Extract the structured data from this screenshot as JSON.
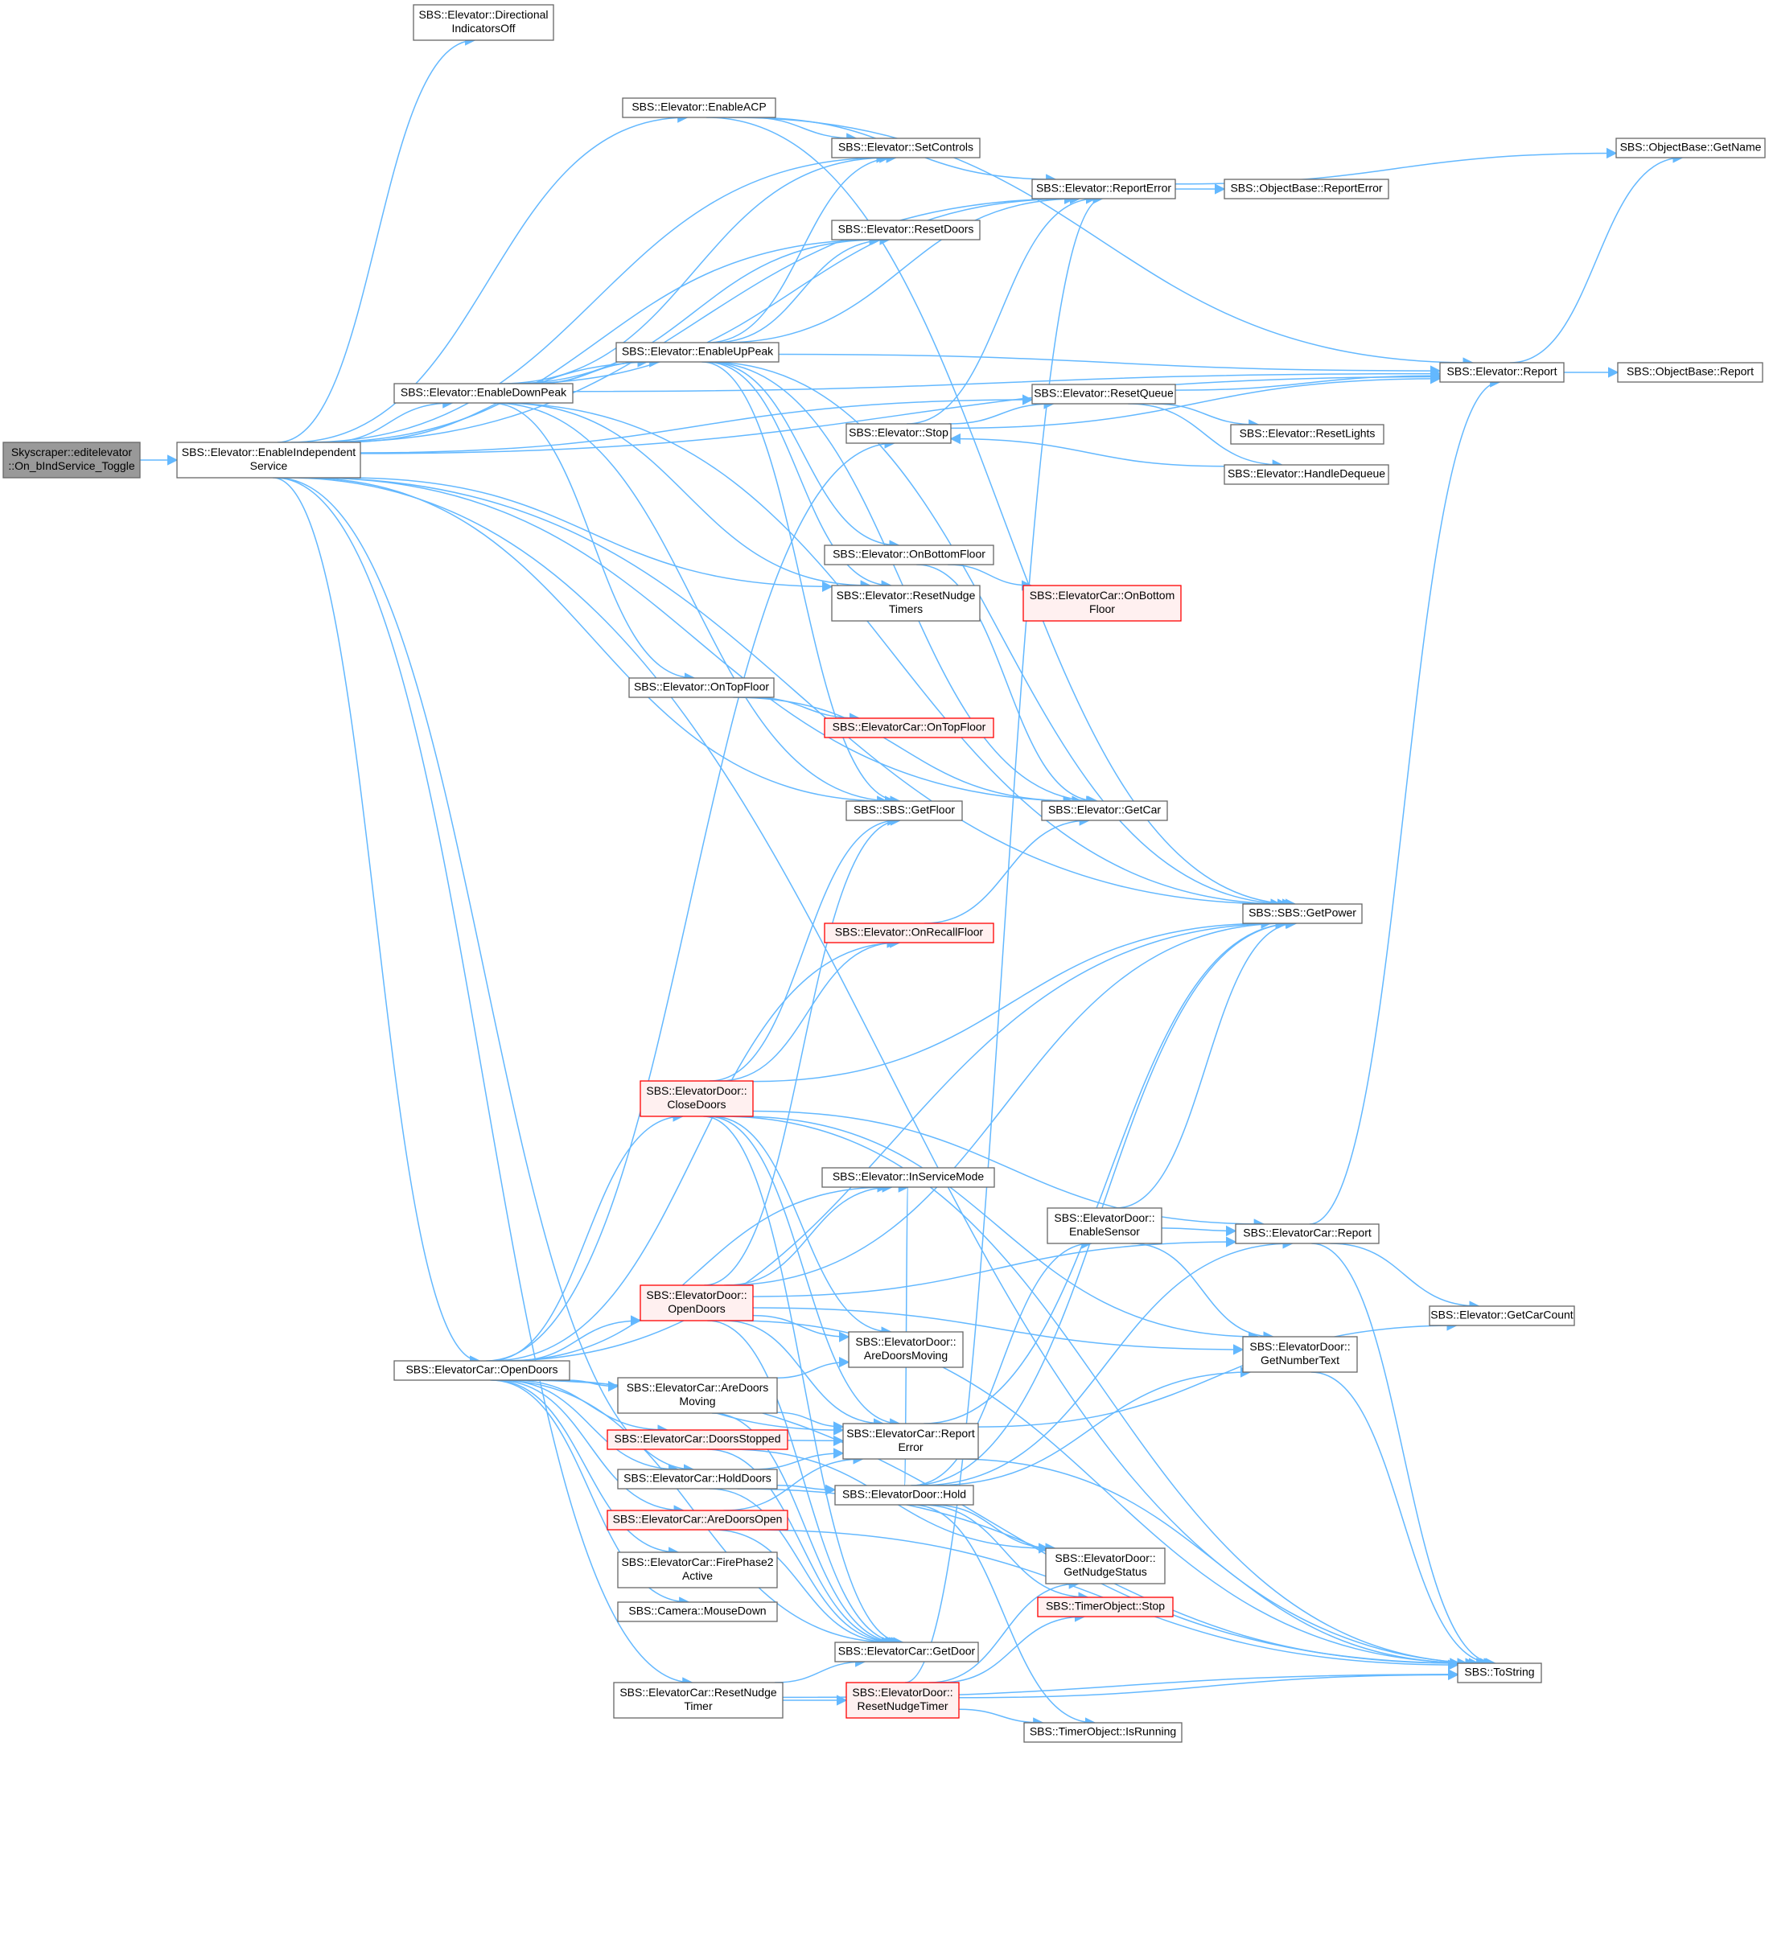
{
  "colors": {
    "edge": "#63b8ff",
    "node_fill": "#ffffff",
    "node_border": "#666666",
    "root_fill": "#999999",
    "root_border": "#666666",
    "incomplete_fill": "#fff0f0",
    "incomplete_border": "#ff0000"
  },
  "nodes": [
    {
      "id": "root",
      "lines": [
        "Skyscraper::editelevator",
        "::On_bIndService_Toggle"
      ],
      "style": "root"
    },
    {
      "id": "enableIS",
      "lines": [
        "SBS::Elevator::EnableIndependent",
        "Service"
      ],
      "style": "normal"
    },
    {
      "id": "dirInd",
      "lines": [
        "SBS::Elevator::Directional",
        "IndicatorsOff"
      ],
      "style": "normal"
    },
    {
      "id": "enableACP",
      "lines": [
        "SBS::Elevator::EnableACP"
      ],
      "style": "normal"
    },
    {
      "id": "setControls",
      "lines": [
        "SBS::Elevator::SetControls"
      ],
      "style": "normal"
    },
    {
      "id": "elevReportError",
      "lines": [
        "SBS::Elevator::ReportError"
      ],
      "style": "normal"
    },
    {
      "id": "objReportError",
      "lines": [
        "SBS::ObjectBase::ReportError"
      ],
      "style": "normal"
    },
    {
      "id": "objGetName",
      "lines": [
        "SBS::ObjectBase::GetName"
      ],
      "style": "normal"
    },
    {
      "id": "resetDoors",
      "lines": [
        "SBS::Elevator::ResetDoors"
      ],
      "style": "normal"
    },
    {
      "id": "enableUpPeak",
      "lines": [
        "SBS::Elevator::EnableUpPeak"
      ],
      "style": "normal"
    },
    {
      "id": "enableDownPeak",
      "lines": [
        "SBS::Elevator::EnableDownPeak"
      ],
      "style": "normal"
    },
    {
      "id": "elevReport",
      "lines": [
        "SBS::Elevator::Report"
      ],
      "style": "normal"
    },
    {
      "id": "objReport",
      "lines": [
        "SBS::ObjectBase::Report"
      ],
      "style": "normal"
    },
    {
      "id": "resetQueue",
      "lines": [
        "SBS::Elevator::ResetQueue"
      ],
      "style": "normal"
    },
    {
      "id": "elevStop",
      "lines": [
        "SBS::Elevator::Stop"
      ],
      "style": "normal"
    },
    {
      "id": "resetLights",
      "lines": [
        "SBS::Elevator::ResetLights"
      ],
      "style": "normal"
    },
    {
      "id": "handleDequeue",
      "lines": [
        "SBS::Elevator::HandleDequeue"
      ],
      "style": "normal"
    },
    {
      "id": "onBottomFloor",
      "lines": [
        "SBS::Elevator::OnBottomFloor"
      ],
      "style": "normal"
    },
    {
      "id": "carOnBottomFloor",
      "lines": [
        "SBS::ElevatorCar::OnBottom",
        "Floor"
      ],
      "style": "incomplete"
    },
    {
      "id": "resetNudgeTimers",
      "lines": [
        "SBS::Elevator::ResetNudge",
        "Timers"
      ],
      "style": "normal"
    },
    {
      "id": "onTopFloor",
      "lines": [
        "SBS::Elevator::OnTopFloor"
      ],
      "style": "normal"
    },
    {
      "id": "carOnTopFloor",
      "lines": [
        "SBS::ElevatorCar::OnTopFloor"
      ],
      "style": "incomplete"
    },
    {
      "id": "getFloor",
      "lines": [
        "SBS::SBS::GetFloor"
      ],
      "style": "normal"
    },
    {
      "id": "getCar",
      "lines": [
        "SBS::Elevator::GetCar"
      ],
      "style": "normal"
    },
    {
      "id": "getPower",
      "lines": [
        "SBS::SBS::GetPower"
      ],
      "style": "normal"
    },
    {
      "id": "onRecallFloor",
      "lines": [
        "SBS::Elevator::OnRecallFloor"
      ],
      "style": "incomplete"
    },
    {
      "id": "doorCloseDoors",
      "lines": [
        "SBS::ElevatorDoor::",
        "CloseDoors"
      ],
      "style": "incomplete"
    },
    {
      "id": "inServiceMode",
      "lines": [
        "SBS::Elevator::InServiceMode"
      ],
      "style": "normal"
    },
    {
      "id": "enableSensor",
      "lines": [
        "SBS::ElevatorDoor::",
        "EnableSensor"
      ],
      "style": "normal"
    },
    {
      "id": "carReport",
      "lines": [
        "SBS::ElevatorCar::Report"
      ],
      "style": "normal"
    },
    {
      "id": "getCarCount",
      "lines": [
        "SBS::Elevator::GetCarCount"
      ],
      "style": "normal"
    },
    {
      "id": "doorOpenDoors",
      "lines": [
        "SBS::ElevatorDoor::",
        "OpenDoors"
      ],
      "style": "incomplete"
    },
    {
      "id": "doorAreDoorsMoving",
      "lines": [
        "SBS::ElevatorDoor::",
        "AreDoorsMoving"
      ],
      "style": "normal"
    },
    {
      "id": "getNumberText",
      "lines": [
        "SBS::ElevatorDoor::",
        "GetNumberText"
      ],
      "style": "normal"
    },
    {
      "id": "carOpenDoors",
      "lines": [
        "SBS::ElevatorCar::OpenDoors"
      ],
      "style": "normal"
    },
    {
      "id": "carAreDoorsMoving",
      "lines": [
        "SBS::ElevatorCar::AreDoors",
        "Moving"
      ],
      "style": "normal"
    },
    {
      "id": "carReportError",
      "lines": [
        "SBS::ElevatorCar::Report",
        "Error"
      ],
      "style": "normal"
    },
    {
      "id": "doorsStopped",
      "lines": [
        "SBS::ElevatorCar::DoorsStopped"
      ],
      "style": "incomplete"
    },
    {
      "id": "holdDoors",
      "lines": [
        "SBS::ElevatorCar::HoldDoors"
      ],
      "style": "normal"
    },
    {
      "id": "doorHold",
      "lines": [
        "SBS::ElevatorDoor::Hold"
      ],
      "style": "normal"
    },
    {
      "id": "areDoorsOpen",
      "lines": [
        "SBS::ElevatorCar::AreDoorsOpen"
      ],
      "style": "incomplete"
    },
    {
      "id": "getNudgeStatus",
      "lines": [
        "SBS::ElevatorDoor::",
        "GetNudgeStatus"
      ],
      "style": "normal"
    },
    {
      "id": "firePhase2",
      "lines": [
        "SBS::ElevatorCar::FirePhase2",
        "Active"
      ],
      "style": "normal"
    },
    {
      "id": "timerStop",
      "lines": [
        "SBS::TimerObject::Stop"
      ],
      "style": "incomplete"
    },
    {
      "id": "mouseDown",
      "lines": [
        "SBS::Camera::MouseDown"
      ],
      "style": "normal"
    },
    {
      "id": "getDoor",
      "lines": [
        "SBS::ElevatorCar::GetDoor"
      ],
      "style": "normal"
    },
    {
      "id": "toString",
      "lines": [
        "SBS::ToString"
      ],
      "style": "normal"
    },
    {
      "id": "carResetNudge",
      "lines": [
        "SBS::ElevatorCar::ResetNudge",
        "Timer"
      ],
      "style": "normal"
    },
    {
      "id": "doorResetNudge",
      "lines": [
        "SBS::ElevatorDoor::",
        "ResetNudgeTimer"
      ],
      "style": "incomplete"
    },
    {
      "id": "isRunning",
      "lines": [
        "SBS::TimerObject::IsRunning"
      ],
      "style": "normal"
    }
  ],
  "edges": [
    [
      "root",
      "enableIS"
    ],
    [
      "enableIS",
      "dirInd"
    ],
    [
      "enableIS",
      "enableACP"
    ],
    [
      "enableIS",
      "setControls"
    ],
    [
      "enableIS",
      "resetDoors"
    ],
    [
      "enableIS",
      "enableUpPeak"
    ],
    [
      "enableIS",
      "enableDownPeak"
    ],
    [
      "enableIS",
      "resetQueue"
    ],
    [
      "enableIS",
      "resetNudgeTimers"
    ],
    [
      "enableIS",
      "elevReport"
    ],
    [
      "enableIS",
      "getFloor"
    ],
    [
      "enableIS",
      "getCar"
    ],
    [
      "enableIS",
      "getPower"
    ],
    [
      "enableIS",
      "carOpenDoors"
    ],
    [
      "enableIS",
      "holdDoors"
    ],
    [
      "enableIS",
      "carResetNudge"
    ],
    [
      "enableIS",
      "toString"
    ],
    [
      "enableIS",
      "elevReportError"
    ],
    [
      "enableACP",
      "setControls"
    ],
    [
      "enableACP",
      "elevReportError"
    ],
    [
      "enableACP",
      "elevReport"
    ],
    [
      "enableACP",
      "getPower"
    ],
    [
      "elevReportError",
      "objReportError"
    ],
    [
      "elevReportError",
      "objGetName"
    ],
    [
      "elevReport",
      "objGetName"
    ],
    [
      "elevReport",
      "objReport"
    ],
    [
      "enableUpPeak",
      "setControls"
    ],
    [
      "enableUpPeak",
      "resetDoors"
    ],
    [
      "enableUpPeak",
      "elevReportError"
    ],
    [
      "enableUpPeak",
      "elevReport"
    ],
    [
      "enableUpPeak",
      "enableDownPeak"
    ],
    [
      "enableUpPeak",
      "onBottomFloor"
    ],
    [
      "enableUpPeak",
      "resetNudgeTimers"
    ],
    [
      "enableUpPeak",
      "getFloor"
    ],
    [
      "enableUpPeak",
      "getPower"
    ],
    [
      "enableUpPeak",
      "getCar"
    ],
    [
      "enableDownPeak",
      "setControls"
    ],
    [
      "enableDownPeak",
      "resetDoors"
    ],
    [
      "enableDownPeak",
      "enableUpPeak"
    ],
    [
      "enableDownPeak",
      "elevReport"
    ],
    [
      "enableDownPeak",
      "onTopFloor"
    ],
    [
      "enableDownPeak",
      "resetNudgeTimers"
    ],
    [
      "enableDownPeak",
      "getFloor"
    ],
    [
      "enableDownPeak",
      "getPower"
    ],
    [
      "enableDownPeak",
      "elevReportError"
    ],
    [
      "resetQueue",
      "elevReport"
    ],
    [
      "resetQueue",
      "resetLights"
    ],
    [
      "resetQueue",
      "handleDequeue"
    ],
    [
      "handleDequeue",
      "elevStop"
    ],
    [
      "elevStop",
      "elevReportError"
    ],
    [
      "elevStop",
      "resetQueue"
    ],
    [
      "elevStop",
      "elevReport"
    ],
    [
      "onBottomFloor",
      "carOnBottomFloor"
    ],
    [
      "onBottomFloor",
      "getCar"
    ],
    [
      "onTopFloor",
      "carOnTopFloor"
    ],
    [
      "onTopFloor",
      "getCar"
    ],
    [
      "onRecallFloor",
      "getCar"
    ],
    [
      "carOpenDoors",
      "elevStop"
    ],
    [
      "carOpenDoors",
      "onRecallFloor"
    ],
    [
      "carOpenDoors",
      "getPower"
    ],
    [
      "carOpenDoors",
      "doorCloseDoors"
    ],
    [
      "carOpenDoors",
      "inServiceMode"
    ],
    [
      "carOpenDoors",
      "doorOpenDoors"
    ],
    [
      "carOpenDoors",
      "carAreDoorsMoving"
    ],
    [
      "carOpenDoors",
      "doorsStopped"
    ],
    [
      "carOpenDoors",
      "holdDoors"
    ],
    [
      "carOpenDoors",
      "areDoorsOpen"
    ],
    [
      "carOpenDoors",
      "firePhase2"
    ],
    [
      "carOpenDoors",
      "mouseDown"
    ],
    [
      "carOpenDoors",
      "getDoor"
    ],
    [
      "carOpenDoors",
      "carReportError"
    ],
    [
      "carOpenDoors",
      "toString"
    ],
    [
      "doorCloseDoors",
      "getFloor"
    ],
    [
      "doorCloseDoors",
      "onRecallFloor"
    ],
    [
      "doorCloseDoors",
      "getPower"
    ],
    [
      "doorCloseDoors",
      "toString"
    ],
    [
      "doorCloseDoors",
      "carReport"
    ],
    [
      "doorCloseDoors",
      "doorAreDoorsMoving"
    ],
    [
      "doorCloseDoors",
      "getNumberText"
    ],
    [
      "doorCloseDoors",
      "carReportError"
    ],
    [
      "doorCloseDoors",
      "getDoor"
    ],
    [
      "doorOpenDoors",
      "getFloor"
    ],
    [
      "doorOpenDoors",
      "inServiceMode"
    ],
    [
      "doorOpenDoors",
      "getPower"
    ],
    [
      "doorOpenDoors",
      "carReport"
    ],
    [
      "doorOpenDoors",
      "doorAreDoorsMoving"
    ],
    [
      "doorOpenDoors",
      "getNumberText"
    ],
    [
      "doorOpenDoors",
      "carReportError"
    ],
    [
      "doorOpenDoors",
      "getDoor"
    ],
    [
      "doorOpenDoors",
      "toString"
    ],
    [
      "enableSensor",
      "getPower"
    ],
    [
      "enableSensor",
      "carReport"
    ],
    [
      "enableSensor",
      "getNumberText"
    ],
    [
      "carReport",
      "elevReport"
    ],
    [
      "carReport",
      "getCarCount"
    ],
    [
      "carReport",
      "toString"
    ],
    [
      "getNumberText",
      "toString"
    ],
    [
      "carAreDoorsMoving",
      "doorAreDoorsMoving"
    ],
    [
      "carAreDoorsMoving",
      "carReportError"
    ],
    [
      "carAreDoorsMoving",
      "getDoor"
    ],
    [
      "carReportError",
      "getPower"
    ],
    [
      "carReportError",
      "getCarCount"
    ],
    [
      "carReportError",
      "toString"
    ],
    [
      "doorsStopped",
      "carReportError"
    ],
    [
      "doorsStopped",
      "getDoor"
    ],
    [
      "doorsStopped",
      "getNudgeStatus"
    ],
    [
      "holdDoors",
      "carReportError"
    ],
    [
      "holdDoors",
      "doorHold"
    ],
    [
      "holdDoors",
      "getDoor"
    ],
    [
      "holdDoors",
      "toString"
    ],
    [
      "doorHold",
      "inServiceMode"
    ],
    [
      "doorHold",
      "enableSensor"
    ],
    [
      "doorHold",
      "carReport"
    ],
    [
      "doorHold",
      "getNumberText"
    ],
    [
      "doorHold",
      "getNudgeStatus"
    ],
    [
      "doorHold",
      "timerStop"
    ],
    [
      "doorHold",
      "isRunning"
    ],
    [
      "doorHold",
      "getPower"
    ],
    [
      "areDoorsOpen",
      "carReportError"
    ],
    [
      "areDoorsOpen",
      "getDoor"
    ],
    [
      "areDoorsOpen",
      "toString"
    ],
    [
      "carResetNudge",
      "getDoor"
    ],
    [
      "carResetNudge",
      "doorResetNudge"
    ],
    [
      "carResetNudge",
      "toString"
    ],
    [
      "doorResetNudge",
      "elevReportError"
    ],
    [
      "doorResetNudge",
      "timerStop"
    ],
    [
      "doorResetNudge",
      "isRunning"
    ],
    [
      "doorResetNudge",
      "getNudgeStatus"
    ],
    [
      "doorResetNudge",
      "toString"
    ]
  ]
}
